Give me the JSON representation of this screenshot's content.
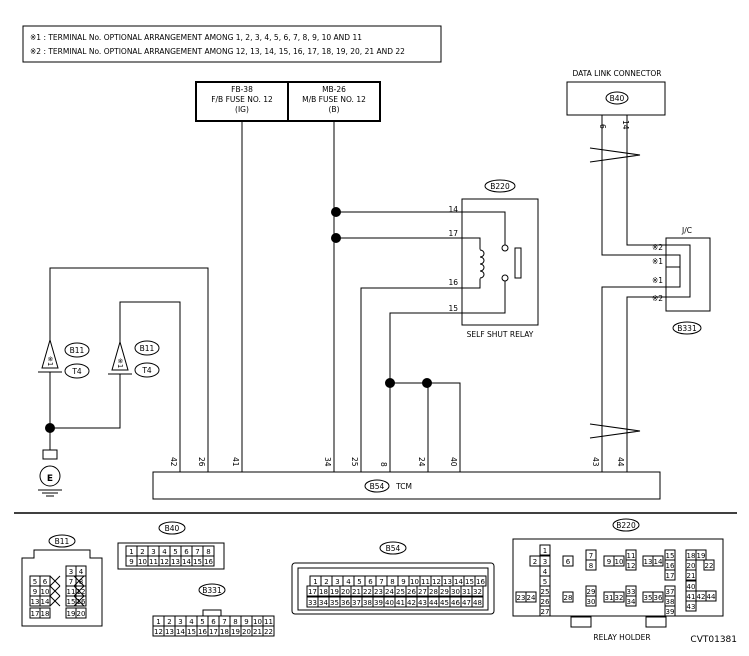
{
  "notes": [
    "※1 : TERMINAL No. OPTIONAL ARRANGEMENT AMONG 1, 2, 3, 4, 5, 6, 7, 8, 9, 10 AND 11",
    "※2 : TERMINAL No. OPTIONAL ARRANGEMENT AMONG 12, 13, 14, 15, 16, 17, 18, 19, 20, 21 AND 22"
  ],
  "fuses": {
    "fb": {
      "id": "FB-38",
      "name": "F/B FUSE NO. 12",
      "sub": "(IG)"
    },
    "mb": {
      "id": "MB-26",
      "name": "M/B FUSE NO. 12",
      "sub": "(B)"
    }
  },
  "data_link": {
    "title": "DATA LINK CONNECTOR",
    "id": "B40",
    "pin_a": "6",
    "pin_b": "14"
  },
  "relay": {
    "id": "B220",
    "label": "SELF SHUT RELAY",
    "pins": [
      "14",
      "17",
      "16",
      "15"
    ]
  },
  "jc": {
    "title": "J/C",
    "id": "B331",
    "pins": [
      "※2",
      "※1",
      "※1",
      "※2"
    ]
  },
  "tcm": {
    "id": "B54",
    "label": "TCM",
    "pins": [
      "42",
      "26",
      "41",
      "34",
      "25",
      "8",
      "24",
      "40",
      "43",
      "44"
    ]
  },
  "sensors": [
    {
      "pin": "※1",
      "conn1": "B11",
      "conn2": "T4"
    },
    {
      "pin": "※1",
      "conn1": "B11",
      "conn2": "T4"
    }
  ],
  "ground": {
    "label": "E"
  },
  "connectors": {
    "b11": {
      "id": "B11",
      "rows": [
        [
          "3",
          "4"
        ],
        [
          "5",
          "6",
          "7",
          "8"
        ],
        [
          "9",
          "10",
          "11",
          "12"
        ],
        [
          "13",
          "14",
          "15",
          "16"
        ],
        [
          "17",
          "18",
          "19",
          "20"
        ]
      ]
    },
    "b40": {
      "id": "B40",
      "rows": [
        [
          "1",
          "2",
          "3",
          "4",
          "5",
          "6",
          "7",
          "8"
        ],
        [
          "9",
          "10",
          "11",
          "12",
          "13",
          "14",
          "15",
          "16"
        ]
      ]
    },
    "b331": {
      "id": "B331",
      "rows": [
        [
          "1",
          "2",
          "3",
          "4",
          "5",
          "6",
          "7",
          "8",
          "9",
          "10",
          "11"
        ],
        [
          "12",
          "13",
          "14",
          "15",
          "16",
          "17",
          "18",
          "19",
          "20",
          "21",
          "22"
        ]
      ]
    },
    "b54": {
      "id": "B54",
      "rows": [
        [
          "1",
          "2",
          "3",
          "4",
          "5",
          "6",
          "7",
          "8",
          "9",
          "10",
          "11",
          "12",
          "13",
          "14",
          "15",
          "16"
        ],
        [
          "17",
          "18",
          "19",
          "20",
          "21",
          "22",
          "23",
          "24",
          "25",
          "26",
          "27",
          "28",
          "29",
          "30",
          "31",
          "32"
        ],
        [
          "33",
          "34",
          "35",
          "36",
          "37",
          "38",
          "39",
          "40",
          "41",
          "42",
          "43",
          "44",
          "45",
          "46",
          "47",
          "48"
        ]
      ]
    },
    "b220": {
      "id": "B220",
      "label": "RELAY HOLDER",
      "nums": [
        "1",
        "2",
        "3",
        "4",
        "5",
        "6",
        "7",
        "8",
        "9",
        "10",
        "11",
        "12",
        "13",
        "14",
        "15",
        "16",
        "17",
        "18",
        "19",
        "20",
        "21",
        "22",
        "23",
        "24",
        "25",
        "26",
        "27",
        "28",
        "29",
        "30",
        "31",
        "32",
        "33",
        "34",
        "35",
        "36",
        "37",
        "38",
        "39",
        "40",
        "41",
        "42",
        "43",
        "44"
      ]
    }
  },
  "figure_code": "CVT01381"
}
